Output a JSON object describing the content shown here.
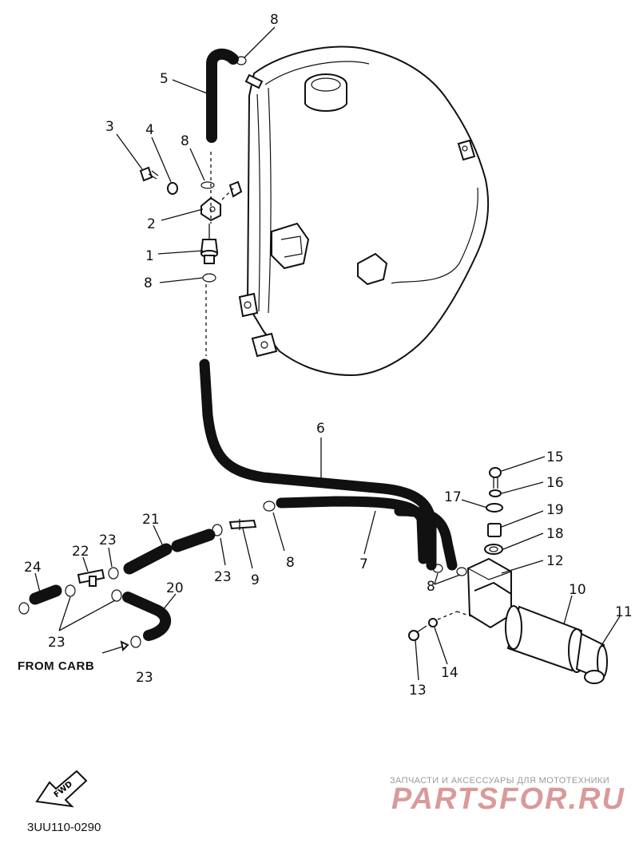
{
  "callouts": {
    "c1": "1",
    "c2": "2",
    "c3": "3",
    "c4": "4",
    "c5": "5",
    "c6": "6",
    "c7": "7",
    "c8a": "8",
    "c8b": "8",
    "c8c": "8",
    "c8d": "8",
    "c8e": "8",
    "c9": "9",
    "c10": "10",
    "c11": "11",
    "c12": "12",
    "c13": "13",
    "c14": "14",
    "c15": "15",
    "c16": "16",
    "c17": "17",
    "c18": "18",
    "c19": "19",
    "c20": "20",
    "c21": "21",
    "c22": "22",
    "c23a": "23",
    "c23b": "23",
    "c23c": "23",
    "c23d": "23",
    "c24": "24"
  },
  "from_carb": "FROM CARB",
  "fwd": "FWD",
  "diagram_code": "3UU110-0290",
  "watermark": {
    "tagline": "ЗАПЧАСТИ И АКСЕССУАРЫ ДЛЯ МОТОТЕХНИКИ",
    "brand": "PARTSFOR.RU"
  }
}
